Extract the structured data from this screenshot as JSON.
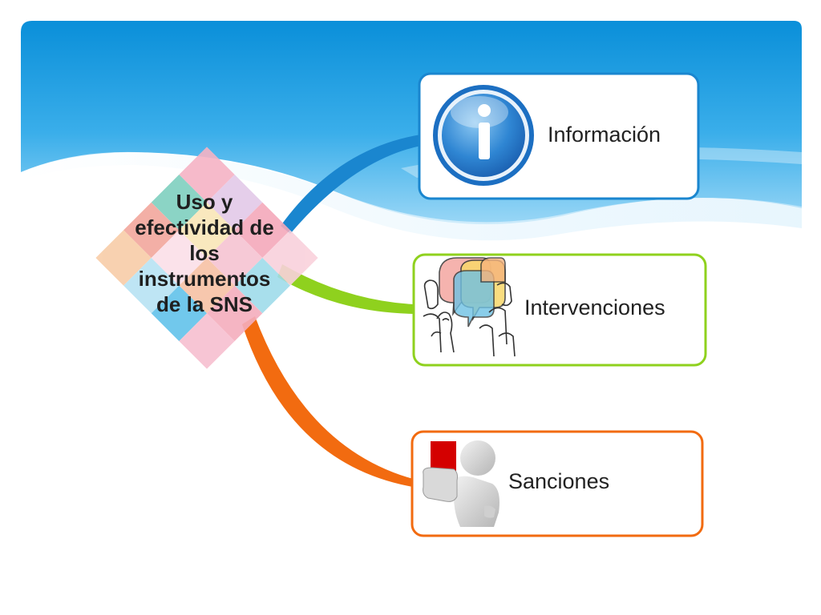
{
  "central_topic": {
    "lines": [
      "Uso y",
      "efectividad de",
      "los",
      "instrumentos",
      "de la SNS"
    ]
  },
  "branches": [
    {
      "label": "Información",
      "icon": "info-icon",
      "color": "#1a86cf"
    },
    {
      "label": "Intervenciones",
      "icon": "crowd-speech-icon",
      "color": "#8fd11e"
    },
    {
      "label": "Sanciones",
      "icon": "red-card-figure-icon",
      "color": "#f26b10"
    }
  ],
  "colors": {
    "banner_top": "#0a8fd9",
    "banner_bottom": "#8fd2f5",
    "info_blue": "#1a86cf",
    "green": "#8fd11e",
    "orange": "#f26b10"
  }
}
